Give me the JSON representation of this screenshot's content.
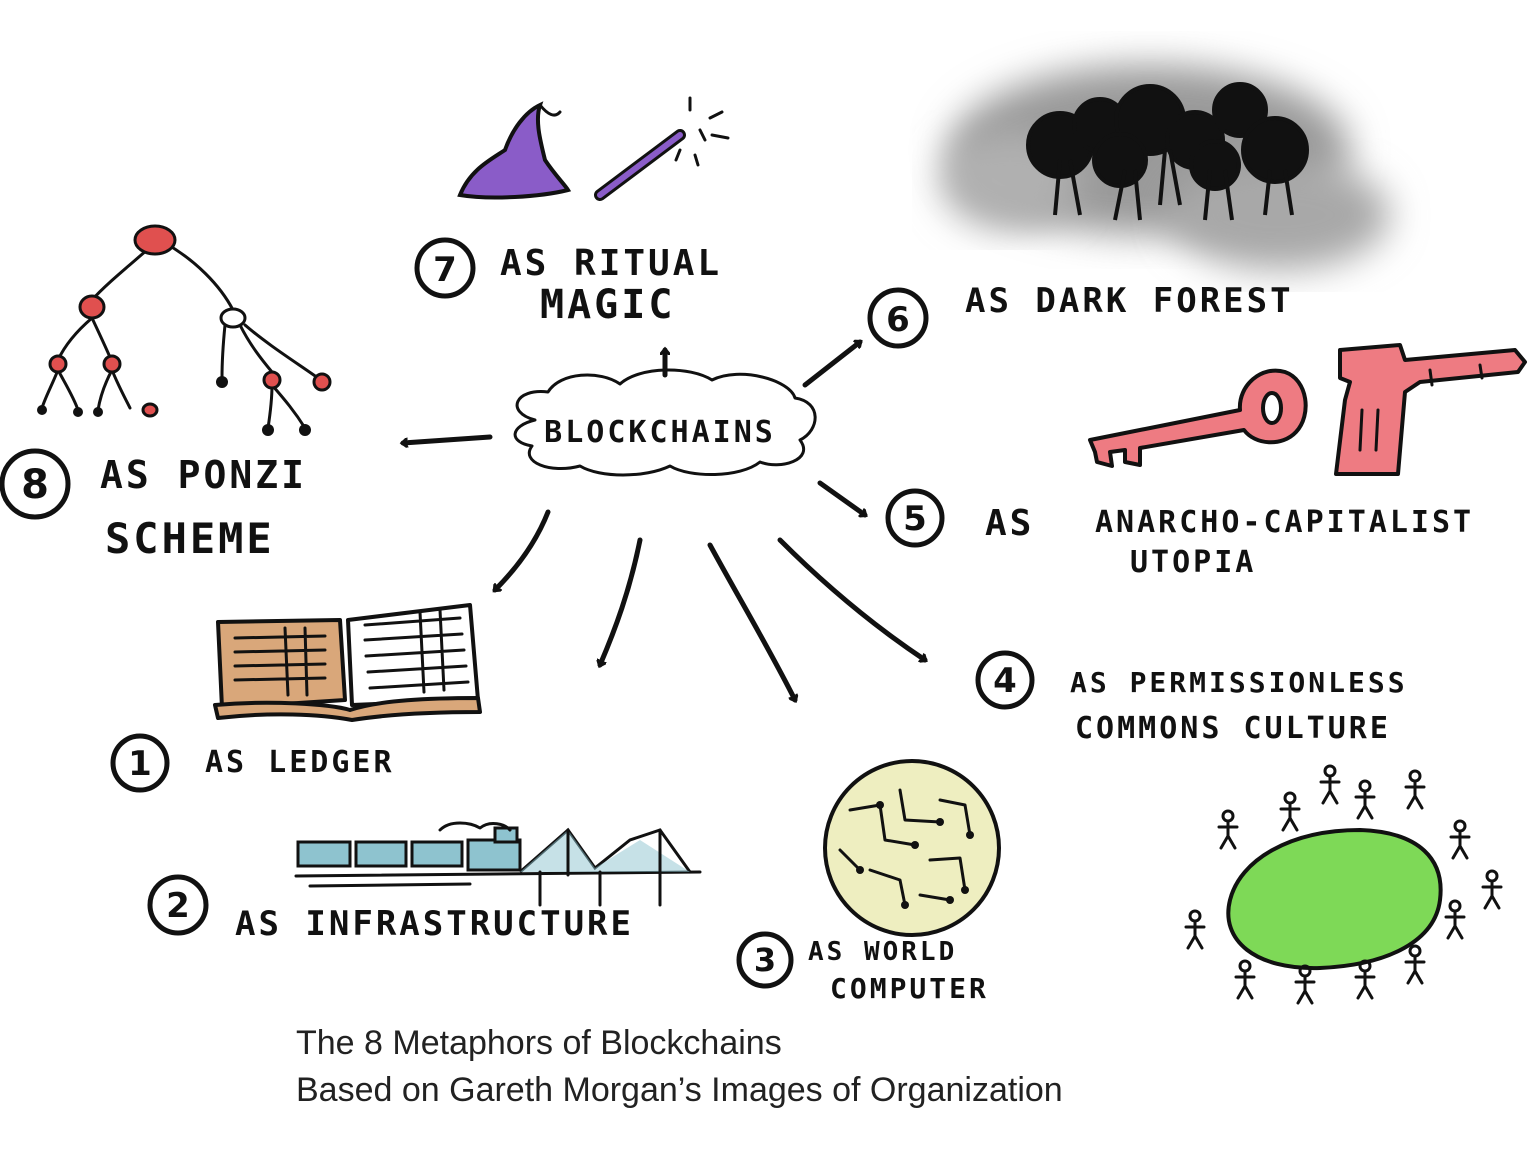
{
  "center": {
    "label": "BLOCKCHAINS"
  },
  "metaphors": [
    {
      "num": "1",
      "lines": [
        "AS LEDGER"
      ]
    },
    {
      "num": "2",
      "lines": [
        "AS INFRASTRUCTURE"
      ]
    },
    {
      "num": "3",
      "lines": [
        "AS WORLD",
        "COMPUTER"
      ]
    },
    {
      "num": "4",
      "lines": [
        "AS PERMISSIONLESS",
        "COMMONS CULTURE"
      ]
    },
    {
      "num": "5",
      "lines": [
        "AS",
        "ANARCHO-CAPITALIST",
        "UTOPIA"
      ]
    },
    {
      "num": "6",
      "lines": [
        "AS DARK FOREST"
      ]
    },
    {
      "num": "7",
      "lines": [
        "AS RITUAL",
        "MAGIC"
      ]
    },
    {
      "num": "8",
      "lines": [
        "AS PONZI",
        "SCHEME"
      ]
    }
  ],
  "caption": {
    "line1": "The 8 Metaphors of Blockchains",
    "line2": "Based on Gareth Morgan’s Images of Organization"
  },
  "colors": {
    "ink": "#111111",
    "hat": "#8a5cc8",
    "ponzi": "#e0504f",
    "key_gun": "#ee7b82",
    "book": "#d9a77a",
    "train": "#8ec3cf",
    "globe": "#eeeec0",
    "commons": "#7ed957",
    "forest_fog": "#9a9a9a"
  },
  "icons": [
    "ponzi-tree-icon",
    "wizard-hat-icon",
    "magic-wand-icon",
    "dark-forest-icon",
    "key-icon",
    "gun-icon",
    "ledger-book-icon",
    "train-bridge-icon",
    "world-globe-icon",
    "commons-circle-icon"
  ]
}
